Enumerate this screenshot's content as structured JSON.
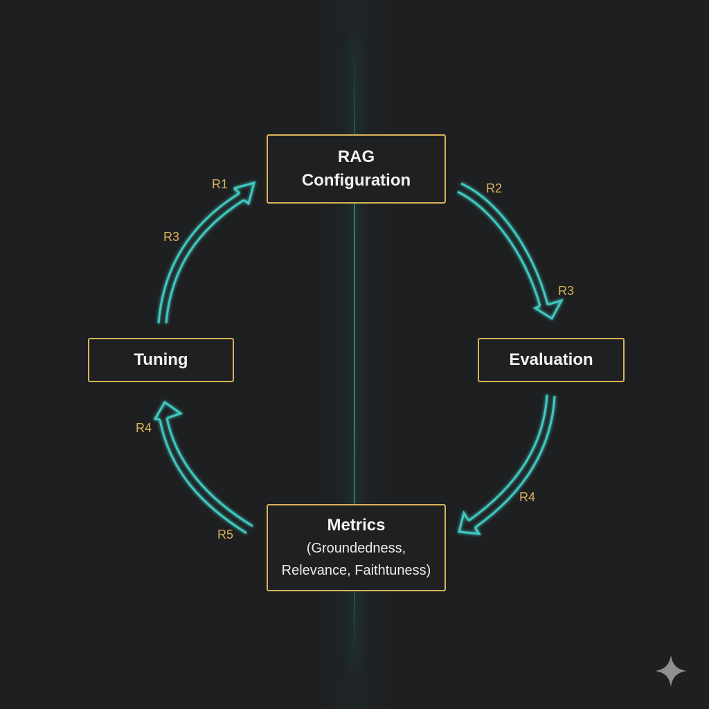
{
  "diagram": {
    "nodes": {
      "rag": {
        "line1": "RAG",
        "line2": "Configuration"
      },
      "evaluation": {
        "label": "Evaluation"
      },
      "metrics": {
        "title": "Metrics",
        "line2": "(Groundedness,",
        "line3": "Relevance, Faithtuness)"
      },
      "tuning": {
        "label": "Tuning"
      }
    },
    "edge_labels": {
      "rag_to_eval_start": "R2",
      "rag_to_eval_end": "R3",
      "eval_to_metrics": "R4",
      "metrics_to_tuning_start": "R5",
      "metrics_to_tuning_end": "R4",
      "tuning_to_rag_mid": "R3",
      "tuning_to_rag_end": "R1"
    },
    "colors": {
      "background": "#1e1f21",
      "node_border": "#d9b45a",
      "arrow": "#3fc9c0",
      "label": "#d9b45a",
      "text": "#f2f2f2"
    },
    "watermark": {
      "icon": "sparkle-icon"
    }
  }
}
